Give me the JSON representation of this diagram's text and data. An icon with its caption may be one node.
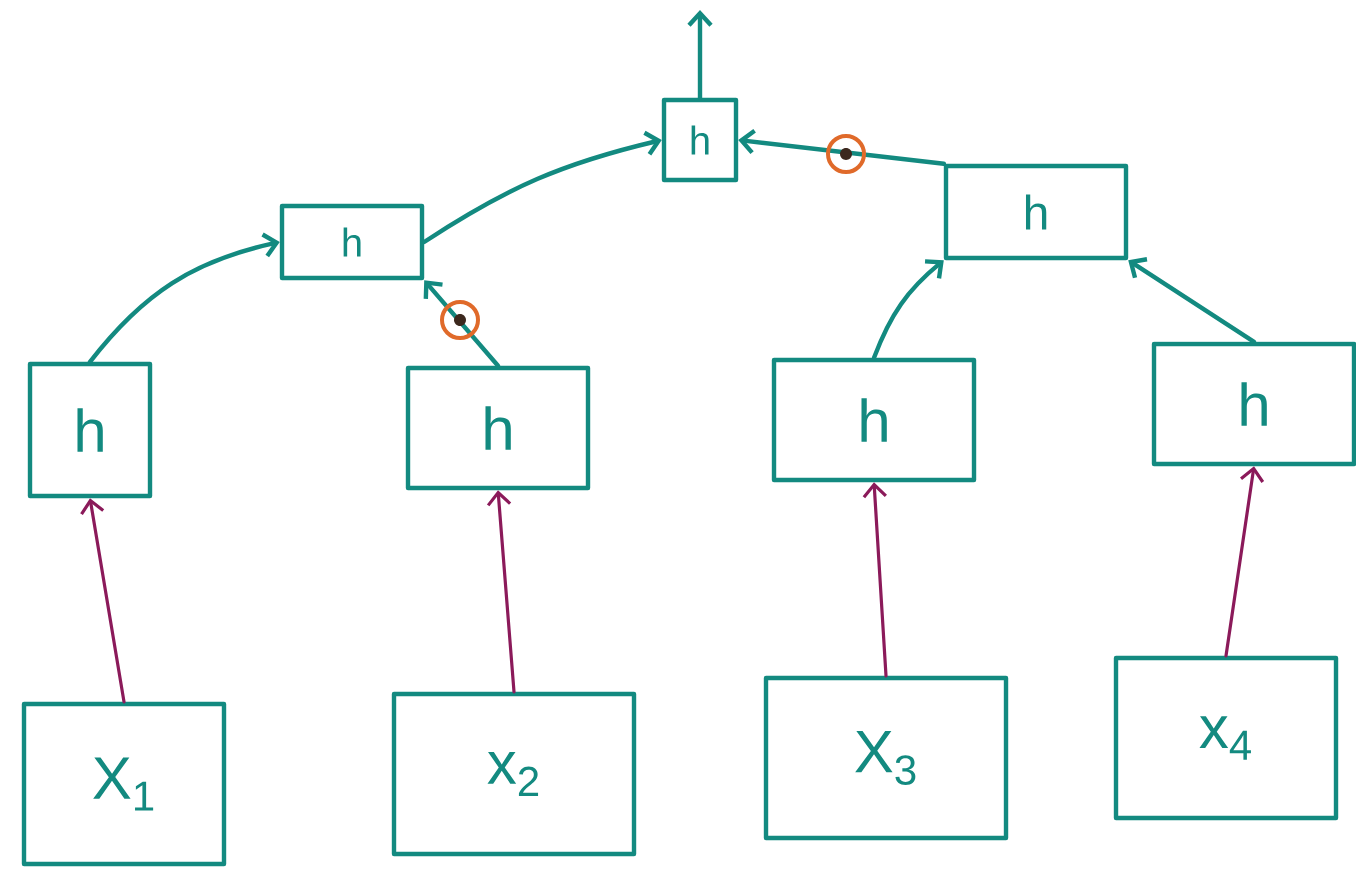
{
  "diagram": {
    "nodes": [
      {
        "text": [
          "h"
        ]
      },
      {
        "text": [
          "h"
        ]
      },
      {
        "text": [
          "h"
        ]
      },
      {
        "text": [
          "h"
        ]
      },
      {
        "text": [
          "h"
        ]
      },
      {
        "text": [
          "h"
        ]
      },
      {
        "text": [
          "h"
        ]
      },
      {
        "text": [
          "X$_{1}$"
        ]
      },
      {
        "text": [
          "x$_{2}$"
        ]
      },
      {
        "text": [
          "X$_{3}$"
        ]
      },
      {
        "text": [
          "x$_{4}$"
        ]
      }
    ],
    "edges": [
      {
        "from": 0,
        "to": null,
        "arrow": "to"
      },
      {
        "from": 1,
        "to": 0,
        "arrow": "to"
      },
      {
        "from": 2,
        "to": 0,
        "arrow": "to"
      },
      {
        "from": 3,
        "to": 1,
        "arrow": "to"
      },
      {
        "from": 4,
        "to": 1,
        "arrow": "to"
      },
      {
        "from": 5,
        "to": 2,
        "arrow": "to"
      },
      {
        "from": 6,
        "to": 2,
        "arrow": "to"
      },
      {
        "from": 7,
        "to": 3,
        "arrow": "to",
        "color": "#8b1a5a"
      },
      {
        "from": 8,
        "to": 4,
        "arrow": "to",
        "color": "#8b1a5a"
      },
      {
        "from": 9,
        "to": 5,
        "arrow": "to",
        "color": "#8b1a5a"
      },
      {
        "from": 10,
        "to": 6,
        "arrow": "to",
        "color": "#8b1a5a"
      }
    ]
  }
}
